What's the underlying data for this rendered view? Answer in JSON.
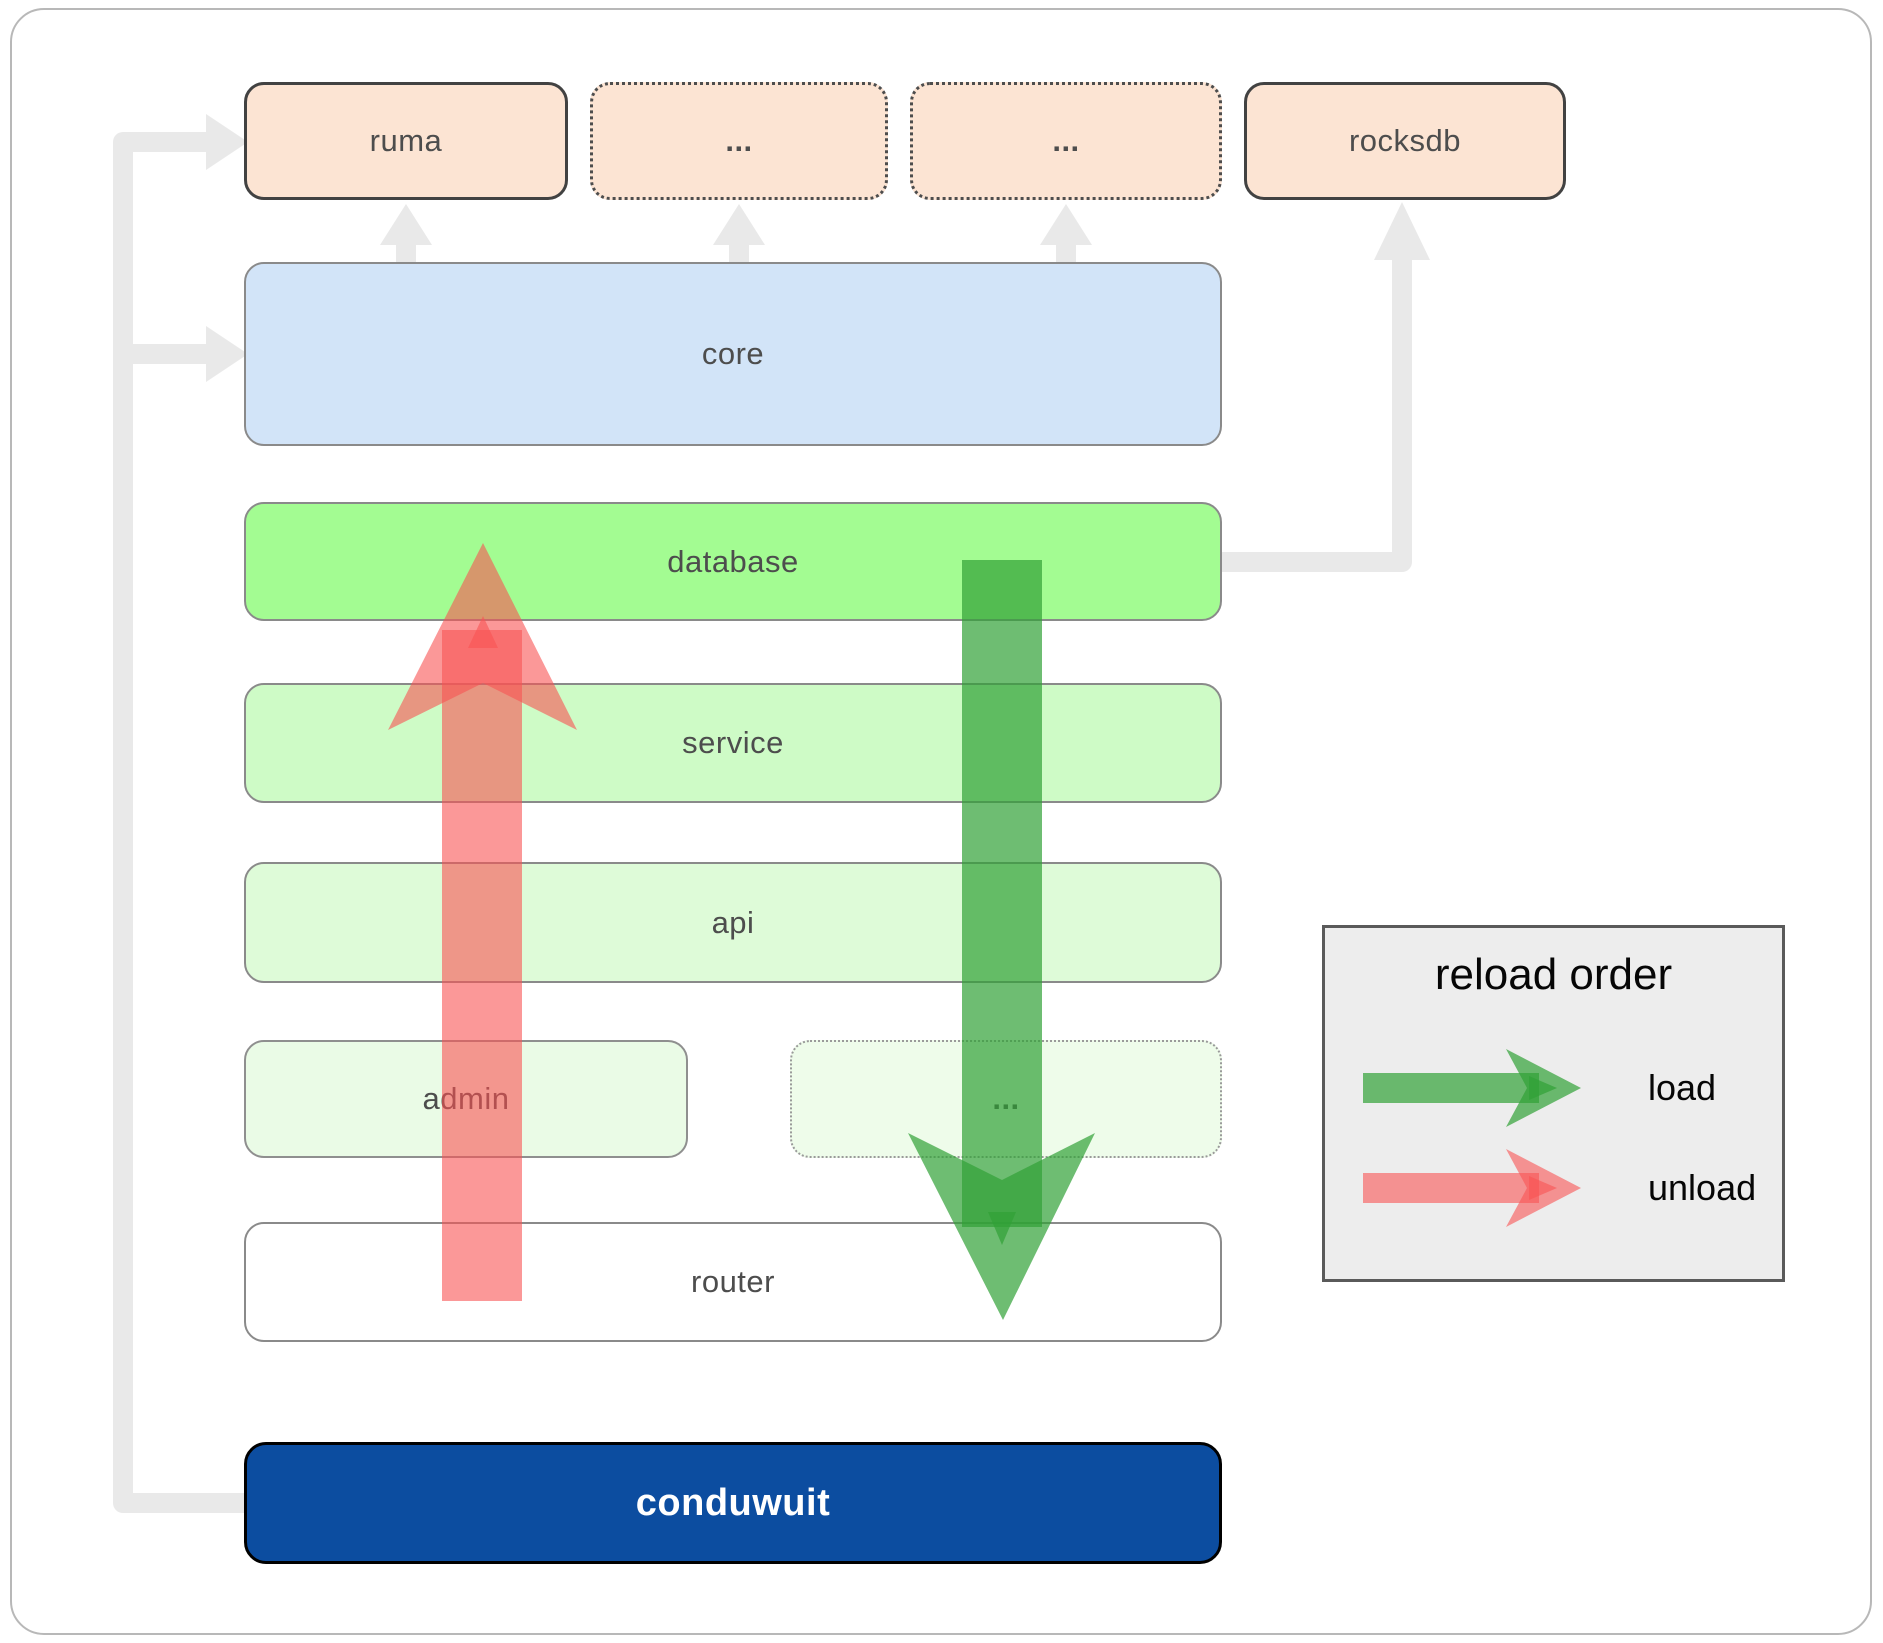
{
  "nodes": {
    "ruma": "ruma",
    "ellipsis_top_1": "...",
    "ellipsis_top_2": "...",
    "rocksdb": "rocksdb",
    "core": "core",
    "database": "database",
    "service": "service",
    "api": "api",
    "admin": "admin",
    "ellipsis_admin": "...",
    "router": "router",
    "conduwuit": "conduwuit"
  },
  "legend": {
    "title": "reload order",
    "items": [
      {
        "label": "load",
        "color": "#31a136"
      },
      {
        "label": "unload",
        "color": "#f85454"
      }
    ]
  },
  "colors": {
    "load_arrow": "#31a136",
    "unload_arrow": "#f85454",
    "connector": "#e9e9e9",
    "peach_box": "#fce4d3",
    "core_box": "#d2e4f8",
    "database_box": "#a3fc92",
    "conduwuit_box": "#0c4da0"
  }
}
